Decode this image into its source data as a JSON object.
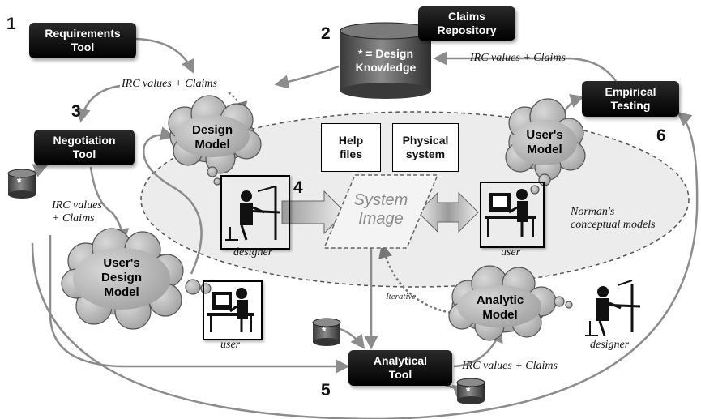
{
  "steps": {
    "n1": "1",
    "n2": "2",
    "n3": "3",
    "n4": "4",
    "n5": "5",
    "n6": "6"
  },
  "tools": {
    "requirements": "Requirements\nTool",
    "negotiation": "Negotiation\nTool",
    "analytical": "Analytical\nTool",
    "empirical": "Empirical\nTesting",
    "claims_repo": "Claims\nRepository"
  },
  "knowledge_db": "* = Design\nKnowledge",
  "flows": {
    "top_left": "IRC values + Claims",
    "top_right": "IRC values + Claims",
    "left": "IRC values\n+ Claims",
    "bottom": "IRC values + Claims",
    "iterative": "Iterative"
  },
  "clouds": {
    "design_model": "Design\nModel",
    "users_model": "User's\nModel",
    "users_design_model": "User's\nDesign\nModel",
    "analytic_model": "Analytic\nModel"
  },
  "boxes": {
    "help_files": "Help\nfiles",
    "physical_system": "Physical\nsystem"
  },
  "system_image": "System\nImage",
  "captions": {
    "designer_center": "designer",
    "user_center": "user",
    "user_left": "user",
    "designer_right": "designer",
    "norman": "Norman's\nconceptual models"
  },
  "db_icon_mark": "*",
  "colors": {
    "box": "#000000",
    "cloud": "#b5b5b5",
    "ellipse": "#e9e9e9",
    "arrow": "#8c8c8c"
  }
}
